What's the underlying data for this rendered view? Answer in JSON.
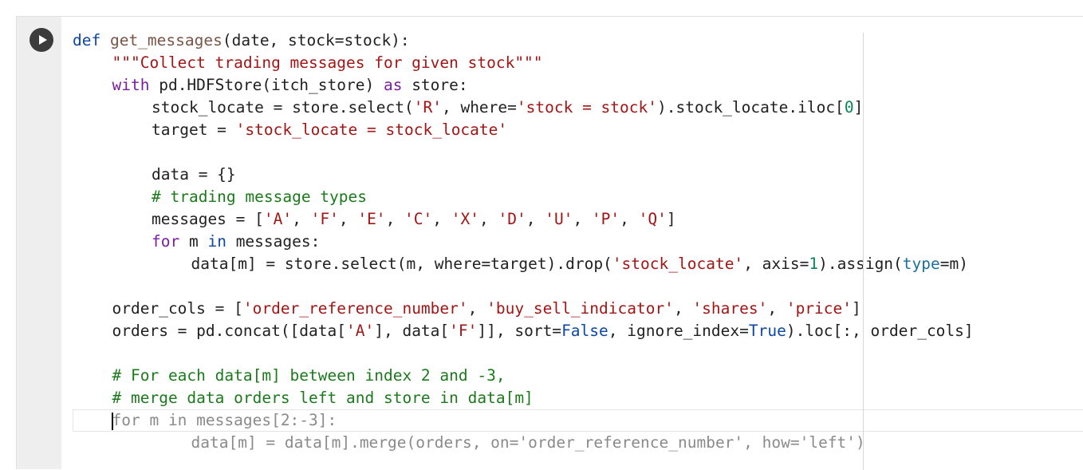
{
  "cell": {
    "run_icon": "play-icon",
    "code_lines": [
      {
        "indent": 0,
        "tokens": [
          [
            "kw2",
            "def"
          ],
          [
            "",
            ""
          ],
          [
            "fn",
            "get_messages"
          ],
          [
            "",
            "(date, stock=stock):"
          ]
        ]
      },
      {
        "indent": 1,
        "tokens": [
          [
            "str",
            "\"\"\"Collect trading messages for given stock\"\"\""
          ]
        ]
      },
      {
        "indent": 1,
        "tokens": [
          [
            "kw",
            "with"
          ],
          [
            "",
            " pd.HDFStore(itch_store) "
          ],
          [
            "kw",
            "as"
          ],
          [
            "",
            " store:"
          ]
        ]
      },
      {
        "indent": 2,
        "tokens": [
          [
            "",
            "stock_locate = store.select("
          ],
          [
            "str",
            "'R'"
          ],
          [
            "",
            ", where="
          ],
          [
            "str",
            "'stock = stock'"
          ],
          [
            "",
            ").stock_locate.iloc["
          ],
          [
            "num",
            "0"
          ],
          [
            "",
            "]"
          ]
        ]
      },
      {
        "indent": 2,
        "tokens": [
          [
            "",
            "target = "
          ],
          [
            "str",
            "'stock_locate = stock_locate'"
          ]
        ]
      },
      {
        "indent": 0,
        "tokens": []
      },
      {
        "indent": 2,
        "tokens": [
          [
            "",
            "data = {}"
          ]
        ]
      },
      {
        "indent": 2,
        "tokens": [
          [
            "cm",
            "# trading message types"
          ]
        ]
      },
      {
        "indent": 2,
        "tokens": [
          [
            "",
            "messages = ["
          ],
          [
            "str",
            "'A'"
          ],
          [
            "",
            ", "
          ],
          [
            "str",
            "'F'"
          ],
          [
            "",
            ", "
          ],
          [
            "str",
            "'E'"
          ],
          [
            "",
            ", "
          ],
          [
            "str",
            "'C'"
          ],
          [
            "",
            ", "
          ],
          [
            "str",
            "'X'"
          ],
          [
            "",
            ", "
          ],
          [
            "str",
            "'D'"
          ],
          [
            "",
            ", "
          ],
          [
            "str",
            "'U'"
          ],
          [
            "",
            ", "
          ],
          [
            "str",
            "'P'"
          ],
          [
            "",
            ", "
          ],
          [
            "str",
            "'Q'"
          ],
          [
            "",
            "]"
          ]
        ]
      },
      {
        "indent": 2,
        "tokens": [
          [
            "kw",
            "for"
          ],
          [
            "",
            " m "
          ],
          [
            "kw2",
            "in"
          ],
          [
            "",
            " messages:"
          ]
        ]
      },
      {
        "indent": 3,
        "tokens": [
          [
            "",
            "data[m] = store.select(m, where=target).drop("
          ],
          [
            "str",
            "'stock_locate'"
          ],
          [
            "",
            ", axis="
          ],
          [
            "num",
            "1"
          ],
          [
            "",
            ").assign("
          ],
          [
            "par",
            "type"
          ],
          [
            "",
            "=m)"
          ]
        ]
      },
      {
        "indent": 0,
        "tokens": []
      },
      {
        "indent": 1,
        "tokens": [
          [
            "",
            "order_cols = ["
          ],
          [
            "str",
            "'order_reference_number'"
          ],
          [
            "",
            ", "
          ],
          [
            "str",
            "'buy_sell_indicator'"
          ],
          [
            "",
            ", "
          ],
          [
            "str",
            "'shares'"
          ],
          [
            "",
            ", "
          ],
          [
            "str",
            "'price'"
          ],
          [
            "",
            "]"
          ]
        ]
      },
      {
        "indent": 1,
        "tokens": [
          [
            "",
            "orders = pd.concat([data["
          ],
          [
            "str",
            "'A'"
          ],
          [
            "",
            "], data["
          ],
          [
            "str",
            "'F'"
          ],
          [
            "",
            "]], sort="
          ],
          [
            "kw2",
            "False"
          ],
          [
            "",
            ", ignore_index="
          ],
          [
            "kw2",
            "True"
          ],
          [
            "",
            ").loc[:, order_cols]"
          ]
        ]
      },
      {
        "indent": 0,
        "tokens": []
      },
      {
        "indent": 1,
        "tokens": [
          [
            "cm",
            "# For each data[m] between index 2 and -3,"
          ]
        ]
      },
      {
        "indent": 1,
        "tokens": [
          [
            "cm",
            "# merge data orders left and store in data[m]"
          ]
        ]
      },
      {
        "indent": 1,
        "tokens": [
          [
            "dim",
            "for m in messages[2:-3]:"
          ]
        ]
      },
      {
        "indent": 3,
        "tokens": [
          [
            "dim",
            "data[m] = data[m].merge(orders, on='order_reference_number', how='left')"
          ]
        ]
      }
    ]
  }
}
